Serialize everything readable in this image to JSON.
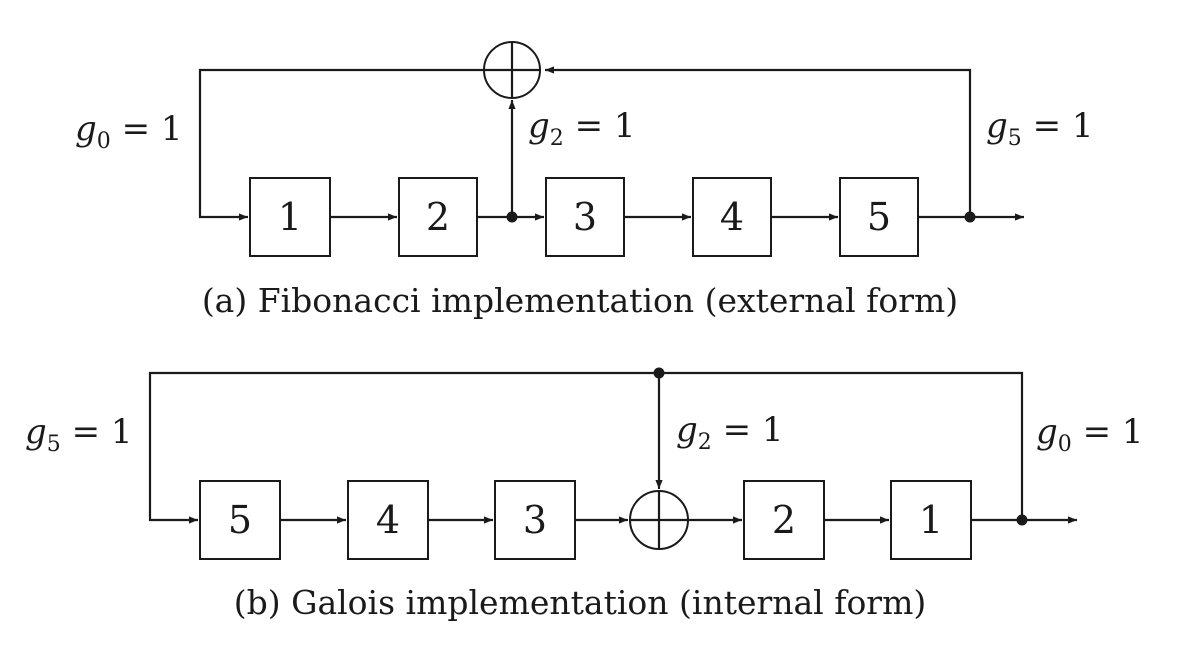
{
  "fibonacci": {
    "caption": "(a) Fibonacci implementation (external form)",
    "registers": [
      "1",
      "2",
      "3",
      "4",
      "5"
    ],
    "tap_left": {
      "var": "g",
      "sub": "0",
      "rest": " = 1"
    },
    "tap_mid": {
      "var": "g",
      "sub": "2",
      "rest": " = 1"
    },
    "tap_right": {
      "var": "g",
      "sub": "5",
      "rest": " = 1"
    }
  },
  "galois": {
    "caption": "(b) Galois implementation (internal form)",
    "registers": [
      "5",
      "4",
      "3",
      "2",
      "1"
    ],
    "tap_left": {
      "var": "g",
      "sub": "5",
      "rest": " = 1"
    },
    "tap_mid": {
      "var": "g",
      "sub": "2",
      "rest": " = 1"
    },
    "tap_right": {
      "var": "g",
      "sub": "0",
      "rest": " = 1"
    }
  }
}
